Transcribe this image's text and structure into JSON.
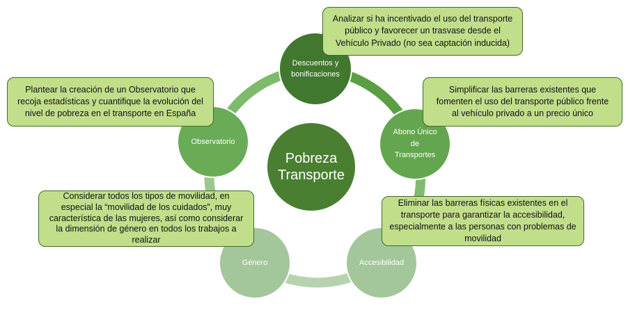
{
  "center": {
    "label": "Pobreza Transporte"
  },
  "nodes": {
    "descuentos": "Descuentos y bonificaciones",
    "abono": "Abono Único de Transportes",
    "accesibilidad": "Accesibilidad",
    "genero": "Género",
    "observatorio": "Observatorio"
  },
  "boxes": {
    "descuentos": "Analizar si ha incentivado el uso del transporte público y favorecer un trasvase desde el Vehículo Privado (no sea captación inducida)",
    "abono": "Simplificar las barreras existentes que fomenten el uso del transporte público frente al vehículo privado a un precio único",
    "accesibilidad": "Eliminar las barreras físicas existentes en el transporte para garantizar la accesibilidad, especialmente a las personas con problemas de movilidad",
    "genero": "Considerar todos los tipos de movilidad, en especial la “movilidad de los cuidados”, muy característica de las mujeres, así como considerar la dimensión de género en todos los trabajos a realizar",
    "observatorio": "Plantear la creación de un Observatorio que recoja estadísticas y cuantifique la evolución del nivel de pobreza en el transporte en España"
  },
  "colors": {
    "dark": "#41782f",
    "mid": "#68aa55",
    "light": "#a3c69a",
    "box": "#c1de8b"
  }
}
